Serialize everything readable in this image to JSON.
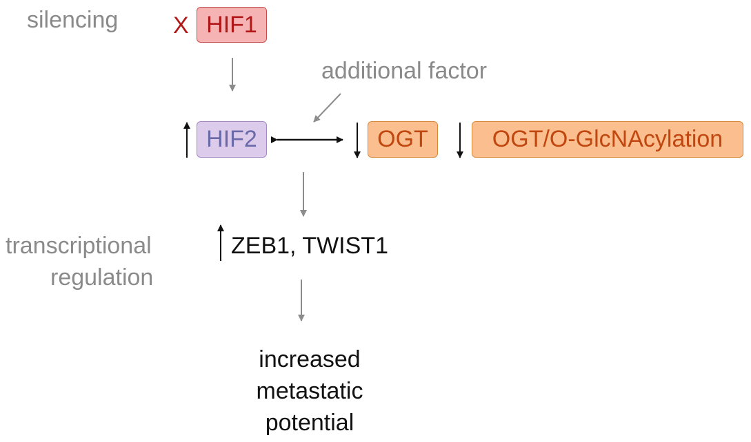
{
  "labels": {
    "silencing": "silencing",
    "transcriptional": "transcriptional",
    "regulation": "regulation",
    "x_mark": "X",
    "additional_factor": "additional factor",
    "targets": "ZEB1, TWIST1",
    "outcome_line1": "increased",
    "outcome_line2": "metastatic",
    "outcome_line3": "potential"
  },
  "nodes": {
    "hif1": "HIF1",
    "hif2": "HIF2",
    "ogt": "OGT",
    "ogt_glcnac": "OGT/O-GlcNAcylation"
  },
  "colors": {
    "hif1_fill": "#f6b3b3",
    "hif2_fill": "#dccbeb",
    "ogt_fill": "#fbbf8f",
    "gray_arrow": "#8c8c8c",
    "black_arrow": "#111111"
  }
}
